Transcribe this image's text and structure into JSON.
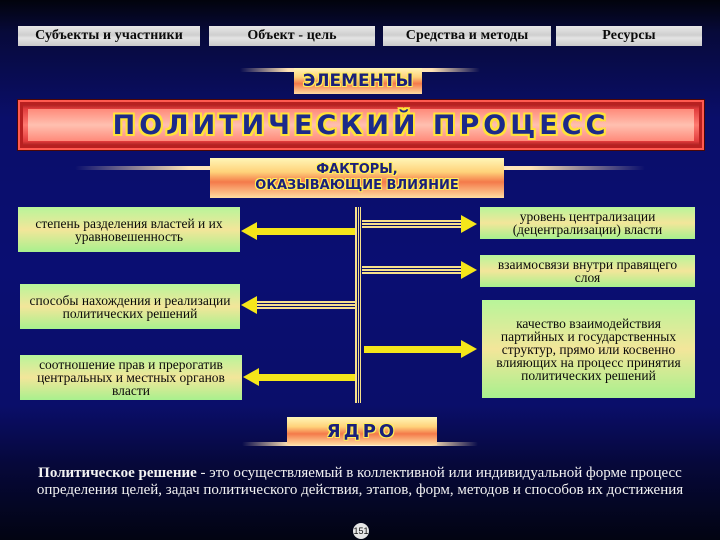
{
  "tabs": [
    {
      "label": "Субъекты и участники"
    },
    {
      "label": "Объект - цель"
    },
    {
      "label": "Средства и методы"
    },
    {
      "label": "Ресурсы"
    }
  ],
  "elements_label": "ЭЛЕМЕНТЫ",
  "banner_title": "ПОЛИТИЧЕСКИЙ ПРОЦЕСС",
  "factors_label": {
    "line1": "ФАКТОРЫ,",
    "line2": "ОКАЗЫВАЮЩИЕ ВЛИЯНИЕ"
  },
  "left_factors": [
    {
      "text": "степень разделения властей и их уравновешенность"
    },
    {
      "text": "способы нахождения и реализации политических решений"
    },
    {
      "text": "соотношение прав и прерогатив центральных и местных органов власти"
    }
  ],
  "right_factors": [
    {
      "text": "уровень централизации (децентрализации) власти"
    },
    {
      "text": "взаимосвязи внутри правящего слоя"
    },
    {
      "text": "качество взаимодействия партийных и государственных структур, прямо или косвенно влияющих на процесс принятия политических решений"
    }
  ],
  "core_label": "ЯДРО",
  "definition": {
    "term": "Политическое решение",
    "text": " - это осуществляемый в коллективной или индивидуальной форме процесс определения целей, задач политического действия, этапов, форм, методов и способов их достижения"
  },
  "page_number": "151",
  "colors": {
    "background": "#0a0e6a",
    "arrow": "#f5e61a",
    "banner_red": "#e23c3c",
    "banner_text": "#1b2a8a",
    "text_outline": "#ffe23a",
    "box_green": "#b8f59a"
  }
}
